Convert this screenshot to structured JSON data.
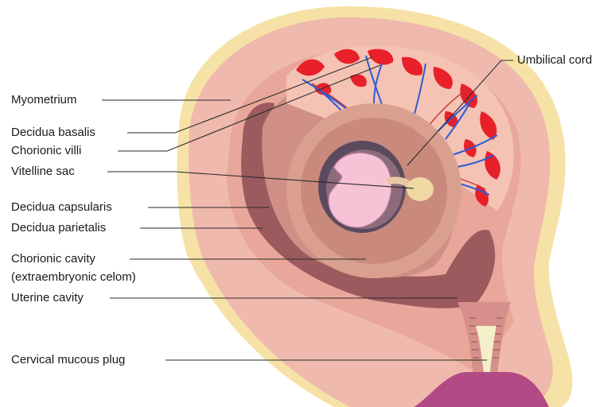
{
  "labels": {
    "myometrium": "Myometrium",
    "decidua_basalis": "Decidua basalis",
    "chorionic_villi": "Chorionic villi",
    "vitelline_sac": "Vitelline sac",
    "decidua_capsularis": "Decidua capsularis",
    "decidua_parietalis": "Decidua parietalis",
    "chorionic_cavity": "Chorionic cavity",
    "chorionic_cavity_sub": "(extraembryonic celom)",
    "uterine_cavity": "Uterine cavity",
    "cervical_mucous_plug": "Cervical mucous plug",
    "umbilical_cord": "Umbilical cord"
  },
  "colors": {
    "outer_fat": "#f6e2a6",
    "myometrium": "#f0b9ad",
    "myometrium_inner": "#e59f93",
    "decidua": "#d7968d",
    "cavity_dark": "#9a5a5e",
    "chorion": "#d9a08f",
    "villi_red": "#e8202a",
    "vessel_blue": "#2c5bd6",
    "amnion_dark": "#5b4a5e",
    "embryo": "#f6c3d6",
    "yolk": "#efd8a2",
    "cervix_purple": "#b24a86"
  }
}
